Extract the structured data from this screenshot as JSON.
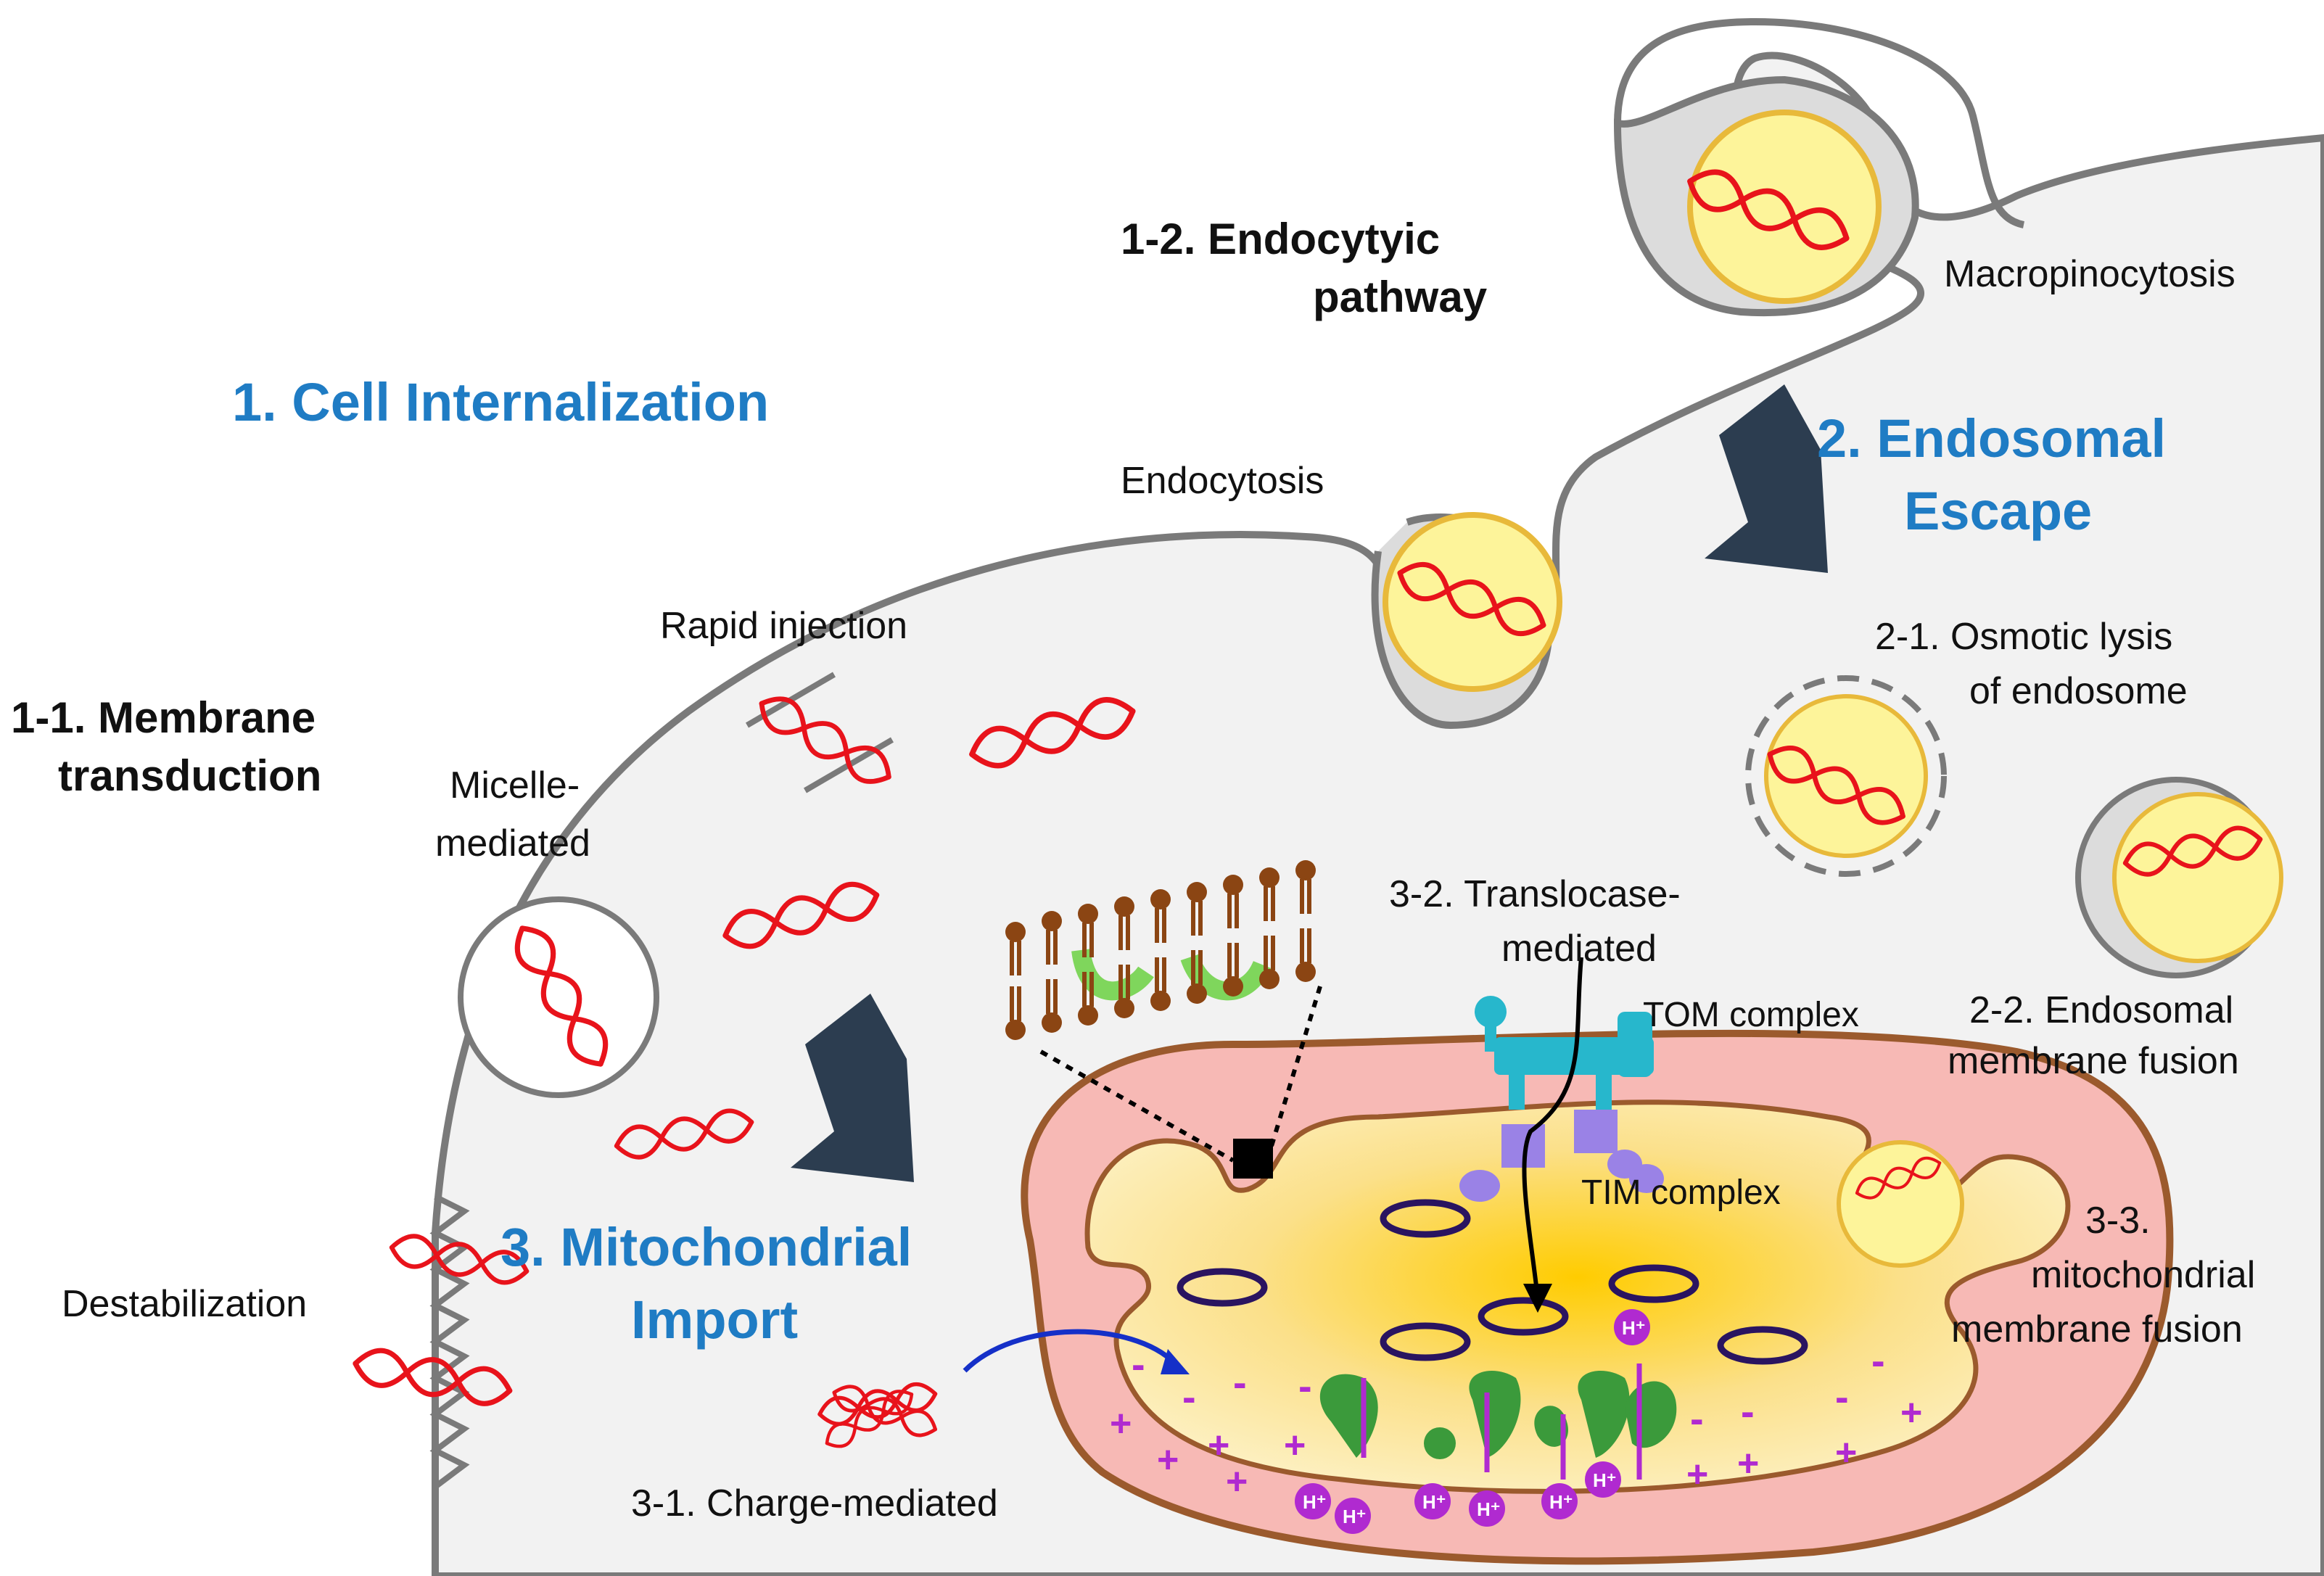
{
  "labels": {
    "cell_internalization": "1. Cell Internalization",
    "endocytic_1": "1-2. Endocytyic",
    "endocytic_2": "pathway",
    "macropinocytosis": "Macropinocytosis",
    "endocytosis": "Endocytosis",
    "endosomal_escape_1": "2. Endosomal",
    "endosomal_escape_2": "Escape",
    "osmotic_1": "2-1. Osmotic lysis",
    "osmotic_2": "of endosome",
    "fusion_1": "2-2. Endosomal",
    "fusion_2": "membrane fusion",
    "rapid_injection": "Rapid injection",
    "membrane_transduction_1": "1-1. Membrane",
    "membrane_transduction_2": "transduction",
    "micelle_1": "Micelle-",
    "micelle_2": "mediated",
    "translocase_1": "3-2. Translocase-",
    "translocase_2": "mediated",
    "tom_complex": "TOM complex",
    "tim_complex": "TIM complex",
    "mito_fusion_1": "3-3.",
    "mito_fusion_2": "mitochondrial",
    "mito_fusion_3": "membrane fusion",
    "mito_import_1": "3. Mitochondrial",
    "mito_import_2": "Import",
    "destabilization": "Destabilization",
    "charge_mediated": "3-1. Charge-mediated",
    "proton": "H⁺",
    "plus": "+",
    "minus": "-"
  },
  "colors": {
    "blue_heading": "#1f7cc4",
    "black_heading": "#111111",
    "cytoplasm": "#f2f2f2",
    "membrane": "#7a7a7a",
    "rna": "#e8131b",
    "vesicle_fill": "#fdf49a",
    "vesicle_stroke": "#e8b93a",
    "mito_outer": "#f7b9b5",
    "mito_outer_stroke": "#9b5a2d",
    "mito_inner": "#f7c75a",
    "cristae": "#2a1460",
    "arrow": "#2c3d50",
    "lipid": "#8b4513",
    "lipid_green": "#7fd65c",
    "tom": "#27b7cc",
    "tim": "#9a82e6",
    "atp_synthase": "#3b9a3b",
    "proton": "#b02ad0",
    "charge_arrow": "#1530c8"
  }
}
